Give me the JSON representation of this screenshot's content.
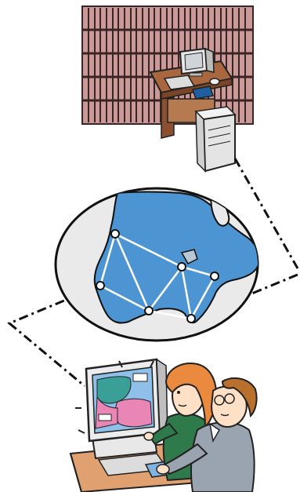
{
  "illustration": {
    "scenes": [
      "library-server",
      "network-map",
      "users-at-computer"
    ],
    "colors": {
      "shelf": "#c99a97",
      "shelf_dark": "#3a2424",
      "desk": "#a8673e",
      "ocean": "#eaeaea",
      "land": "#4c95d2",
      "network_line": "#ffffff",
      "connector": "#111111",
      "user_desk": "#e0a070",
      "hair_woman": "#e98a3e",
      "hair_man": "#b8702c",
      "woman_shirt": "#2f7a4a",
      "man_suit": "#9aa4b0",
      "skin": "#fde0c6",
      "screen_bg": "#8fc0ea",
      "screen_region_a": "#3a9f96",
      "screen_region_b": "#e986b6"
    }
  }
}
